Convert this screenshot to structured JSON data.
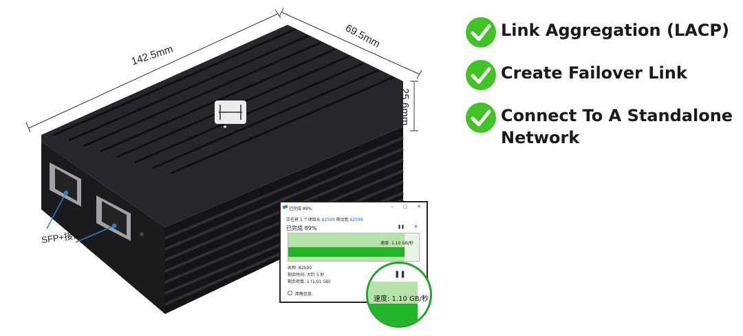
{
  "dimensions": {
    "length": "142.5mm",
    "width": "69.5mm",
    "height": "25.6mm"
  },
  "port_label": "SFP+接口",
  "features": [
    {
      "text": "Link Aggregation (LACP)"
    },
    {
      "text": "Create Failover Link"
    },
    {
      "text": "Connect To A Standalone Network"
    }
  ],
  "colors": {
    "check_green": "#3fc423",
    "progress_green": "#22b527",
    "progress_light": "#b6e3a8",
    "device_body": "#1b1b1d",
    "label_blue": "#2a7fd1"
  },
  "copy_dialog": {
    "title": "已完成 89%",
    "status_prefix": "正在将 1 个项目从",
    "source": "82599",
    "status_mid": "移动到",
    "dest": "82599",
    "percent_label": "已完成 89%",
    "progress_percent": 89,
    "speed": "速度: 1.10 GB/秒",
    "name": "名称: 82599",
    "time_remaining": "剩余时间: 大约 5 秒",
    "items_remaining": "剩余项目: 1 (1.01 GB)",
    "less_details": "简略信息",
    "pause_icon": "pause-icon",
    "close_icon": "close-icon"
  },
  "magnifier": {
    "speed": "速度: 1.10 GB/秒",
    "pause_icon": "pause-icon"
  }
}
